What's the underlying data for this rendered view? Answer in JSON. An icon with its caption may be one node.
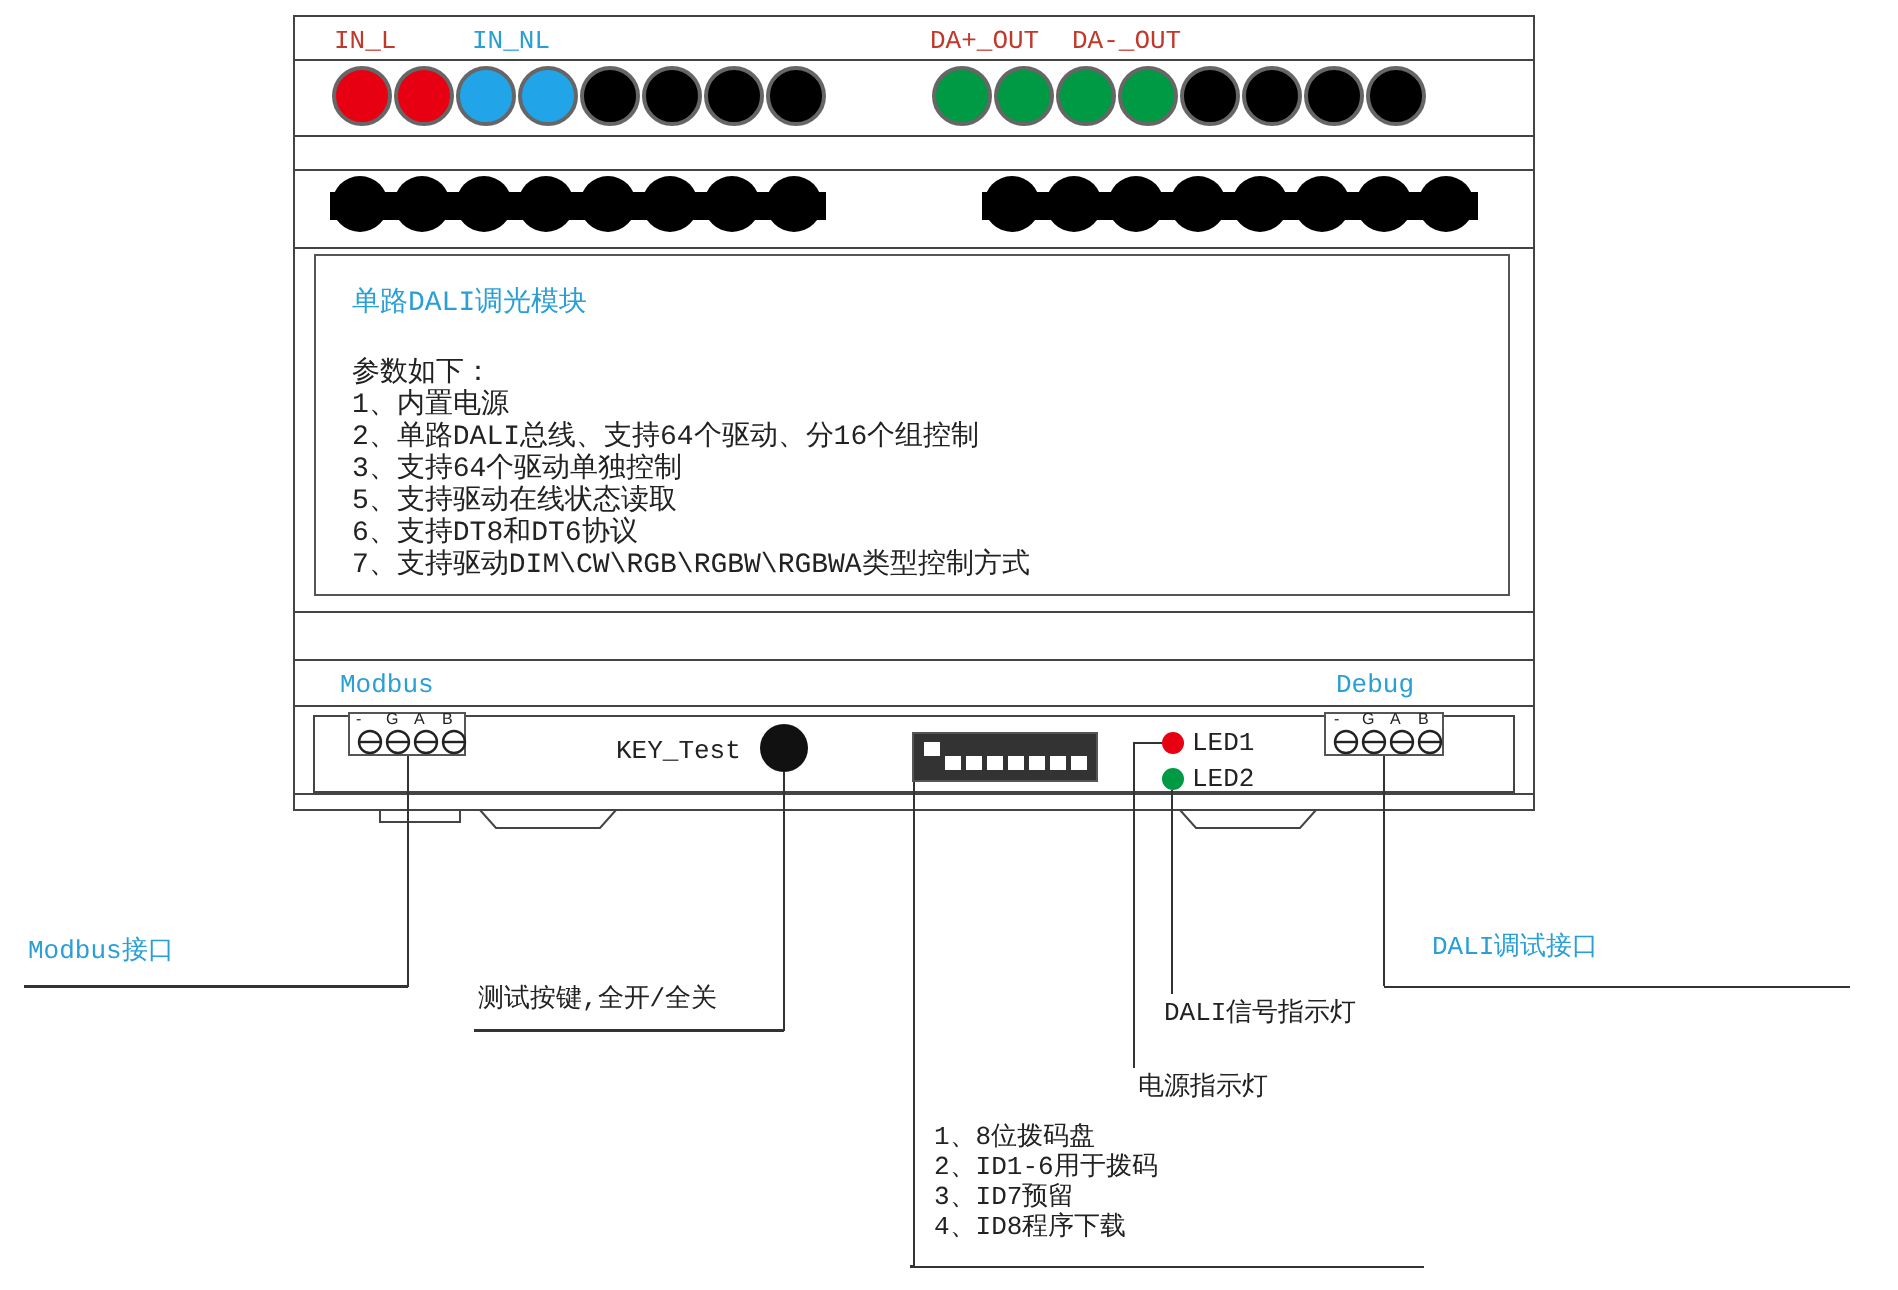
{
  "diagram": {
    "nodes": [
      {
        "text": [
          "单路DALI调光模块",
          "参数如下：",
          "1、内置电源",
          "2、单路DALI总线、支持64个驱动、分16个组控制",
          "3、支持64个驱动单独控制",
          "5、支持驱动在线状态读取",
          "6、支持DT8和DT6协议",
          "7、支持驱动DIM\\CW\\RGB\\RGBW\\RGBWA类型控制方式"
        ]
      },
      {
        "text": [],
        "shape": "box",
        "beside": [
          "Modbus"
        ]
      },
      {
        "text": [],
        "shape": "circle",
        "beside": [
          "KEY_Test"
        ]
      },
      {
        "text": [],
        "shape": "box"
      },
      {
        "text": [],
        "shape": "circle",
        "beside": [
          "LED1"
        ]
      },
      {
        "text": [],
        "shape": "circle",
        "beside": [
          "LED2"
        ]
      },
      {
        "text": [],
        "shape": "box",
        "beside": [
          "Debug"
        ]
      },
      {
        "text": [
          "Modbus接口"
        ]
      },
      {
        "text": [
          "测试按键,全开/全关"
        ]
      },
      {
        "text": [
          "DALI调试接口"
        ]
      },
      {
        "text": [
          "DALI信号指示灯"
        ]
      },
      {
        "text": [
          "电源指示灯"
        ]
      },
      {
        "text": [
          "1、8位拨码盘",
          "2、ID1-6用于拨码",
          "3、ID7预留",
          "4、ID8程序下载"
        ]
      }
    ],
    "edges": [
      {
        "from": 7,
        "to": 1,
        "arrow": "none"
      },
      {
        "from": 8,
        "to": 2,
        "arrow": "none"
      },
      {
        "from": 9,
        "to": 6,
        "arrow": "none"
      },
      {
        "from": 10,
        "to": 5,
        "arrow": "none"
      },
      {
        "from": 11,
        "to": 4,
        "arrow": "none"
      },
      {
        "from": 12,
        "to": 3,
        "arrow": "none"
      }
    ],
    "labels": [
      "IN_L",
      "IN_NL",
      "DA+_OUT",
      "DA-_OUT",
      "-",
      "G",
      "A",
      "B",
      "-",
      "G",
      "A",
      "B"
    ]
  }
}
